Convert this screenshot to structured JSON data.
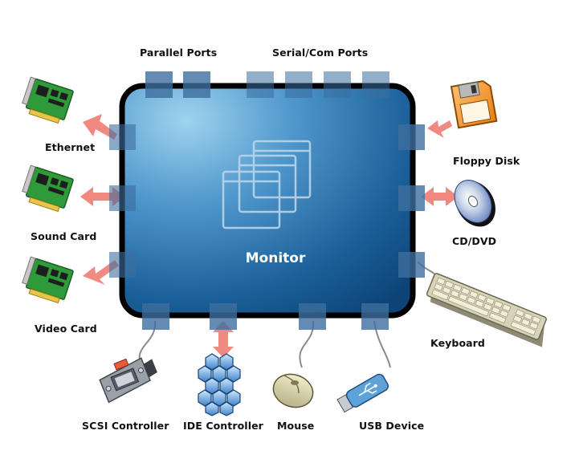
{
  "center": {
    "label": "Monitor"
  },
  "ports": {
    "parallel": "Parallel Ports",
    "serial": "Serial/Com Ports"
  },
  "left_devices": [
    {
      "id": "ethernet",
      "label": "Ethernet",
      "icon": "network-card-icon"
    },
    {
      "id": "sound",
      "label": "Sound Card",
      "icon": "sound-card-icon"
    },
    {
      "id": "video",
      "label": "Video Card",
      "icon": "video-card-icon"
    }
  ],
  "right_devices": [
    {
      "id": "floppy",
      "label": "Floppy Disk",
      "icon": "floppy-disk-icon"
    },
    {
      "id": "cd",
      "label": "CD/DVD",
      "icon": "cd-dvd-icon"
    },
    {
      "id": "keyboard",
      "label": "Keyboard",
      "icon": "keyboard-icon"
    }
  ],
  "bottom_devices": [
    {
      "id": "scsi",
      "label": "SCSI Controller",
      "icon": "scsi-connector-icon"
    },
    {
      "id": "ide",
      "label": "IDE Controller",
      "icon": "ide-controller-icon"
    },
    {
      "id": "mouse",
      "label": "Mouse",
      "icon": "mouse-icon"
    },
    {
      "id": "usb",
      "label": "USB Device",
      "icon": "usb-device-icon"
    }
  ],
  "colors": {
    "monitor_light": "#7ec3e6",
    "monitor_dark": "#0e4a7e",
    "port": "#3d6e9e",
    "arrow": "#f08a80",
    "card_green": "#2f9a3a",
    "floppy": "#f39a2c"
  }
}
